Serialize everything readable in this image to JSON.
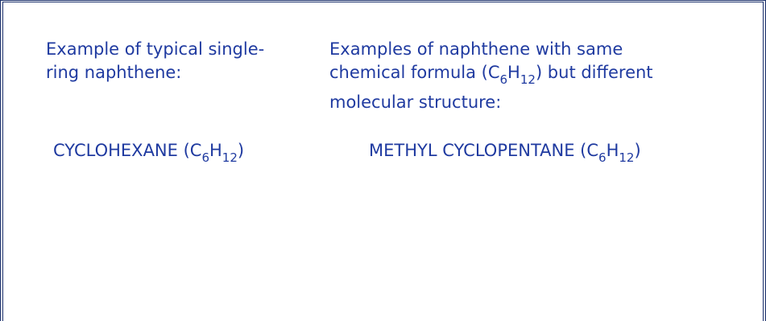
{
  "left": {
    "line1": "Example of typical single-",
    "line2": "ring naphthene:",
    "compound": {
      "name": "CYCLOHEXANE (C",
      "sub1": "6",
      "mid": "H",
      "sub2": "12",
      "end": ")"
    }
  },
  "right": {
    "line1": "Examples of naphthene with same",
    "line2_pre": "chemical formula (C",
    "line2_sub1": "6",
    "line2_mid": "H",
    "line2_sub2": "12",
    "line2_post": ") but different",
    "line3": "molecular structure:",
    "compound": {
      "name": "METHYL CYCLOPENTANE (C",
      "sub1": "6",
      "mid": "H",
      "sub2": "12",
      "end": ")"
    }
  }
}
